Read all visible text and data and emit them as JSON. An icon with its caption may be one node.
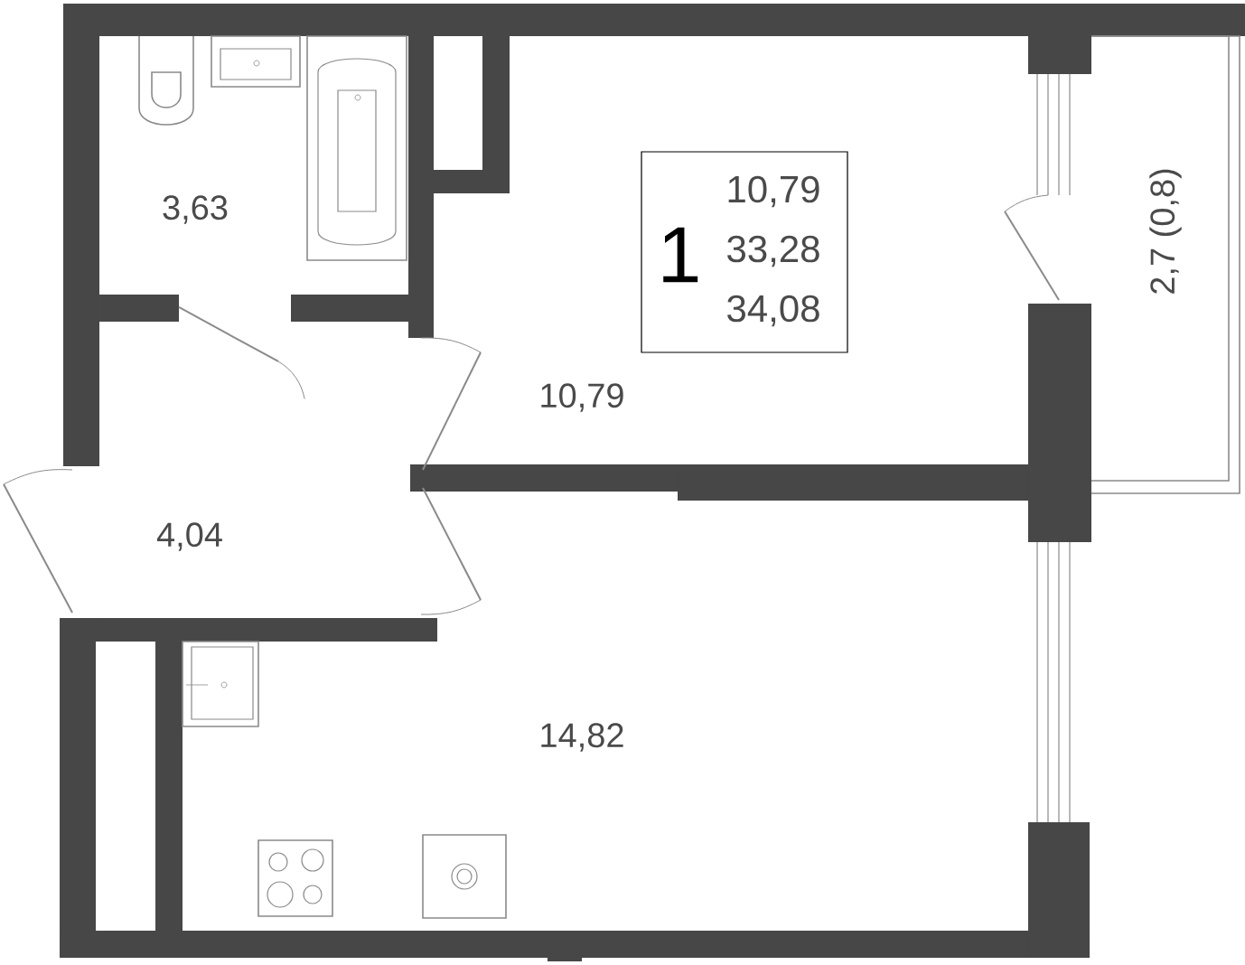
{
  "diagram": {
    "nodes": [
      {
        "text": [
          "1",
          "10,79",
          "33,28",
          "34,08"
        ]
      }
    ],
    "labels": [
      "3,63",
      "10,79",
      "2,7 (0,8)",
      "4,04",
      "14,82"
    ]
  }
}
